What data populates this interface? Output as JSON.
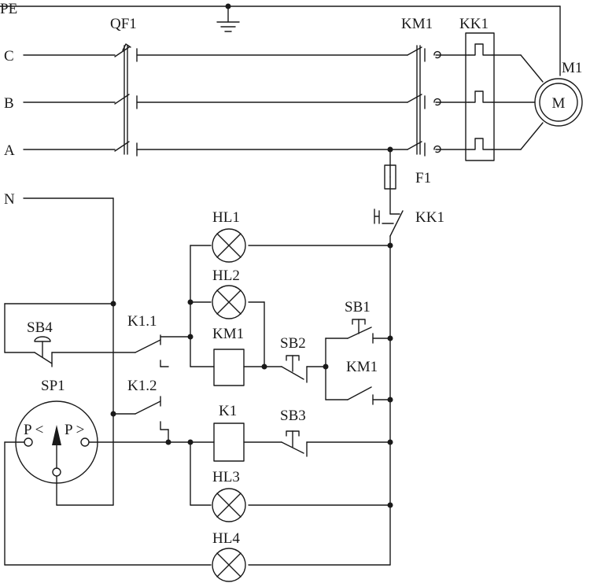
{
  "buses": {
    "pe": "PE",
    "c": "C",
    "b": "B",
    "a": "A",
    "n": "N"
  },
  "components": {
    "qf1": "QF1",
    "km1_main": "KM1",
    "kk1_thermal": "KK1",
    "motor": "M1",
    "motor_symbol": "M",
    "f1": "F1",
    "kk1_contact": "KK1",
    "hl1": "HL1",
    "hl2": "HL2",
    "hl3": "HL3",
    "hl4": "HL4",
    "km1_coil": "KM1",
    "km1_aux": "KM1",
    "k1_coil": "K1",
    "k1_1": "K1.1",
    "k1_2": "K1.2",
    "sb1": "SB1",
    "sb2": "SB2",
    "sb3": "SB3",
    "sb4": "SB4",
    "sp1": "SP1",
    "sp1_low": "P <",
    "sp1_high": "P >"
  }
}
